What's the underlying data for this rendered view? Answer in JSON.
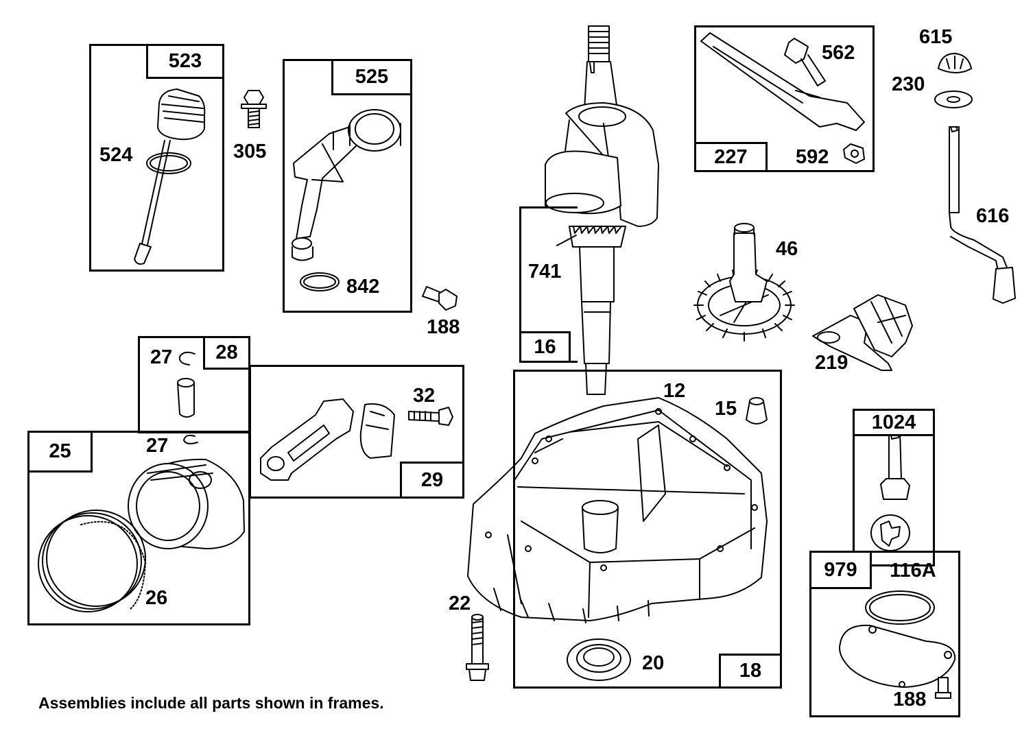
{
  "frames": {
    "f523": "523",
    "f525": "525",
    "f28": "28",
    "f25": "25",
    "f29": "29",
    "f16": "16",
    "f227": "227",
    "f18": "18",
    "f1024": "1024",
    "f979": "979"
  },
  "parts": {
    "p524": "524",
    "p305": "305",
    "p842": "842",
    "p188a": "188",
    "p741": "741",
    "p562": "562",
    "p592": "592",
    "p615": "615",
    "p230": "230",
    "p616": "616",
    "p46": "46",
    "p219": "219",
    "p27a": "27",
    "p27b": "27",
    "p32": "32",
    "p26": "26",
    "p12": "12",
    "p15": "15",
    "p22": "22",
    "p20": "20",
    "p116A": "116A",
    "p188b": "188"
  },
  "footnote": "Assemblies include all parts shown in frames."
}
